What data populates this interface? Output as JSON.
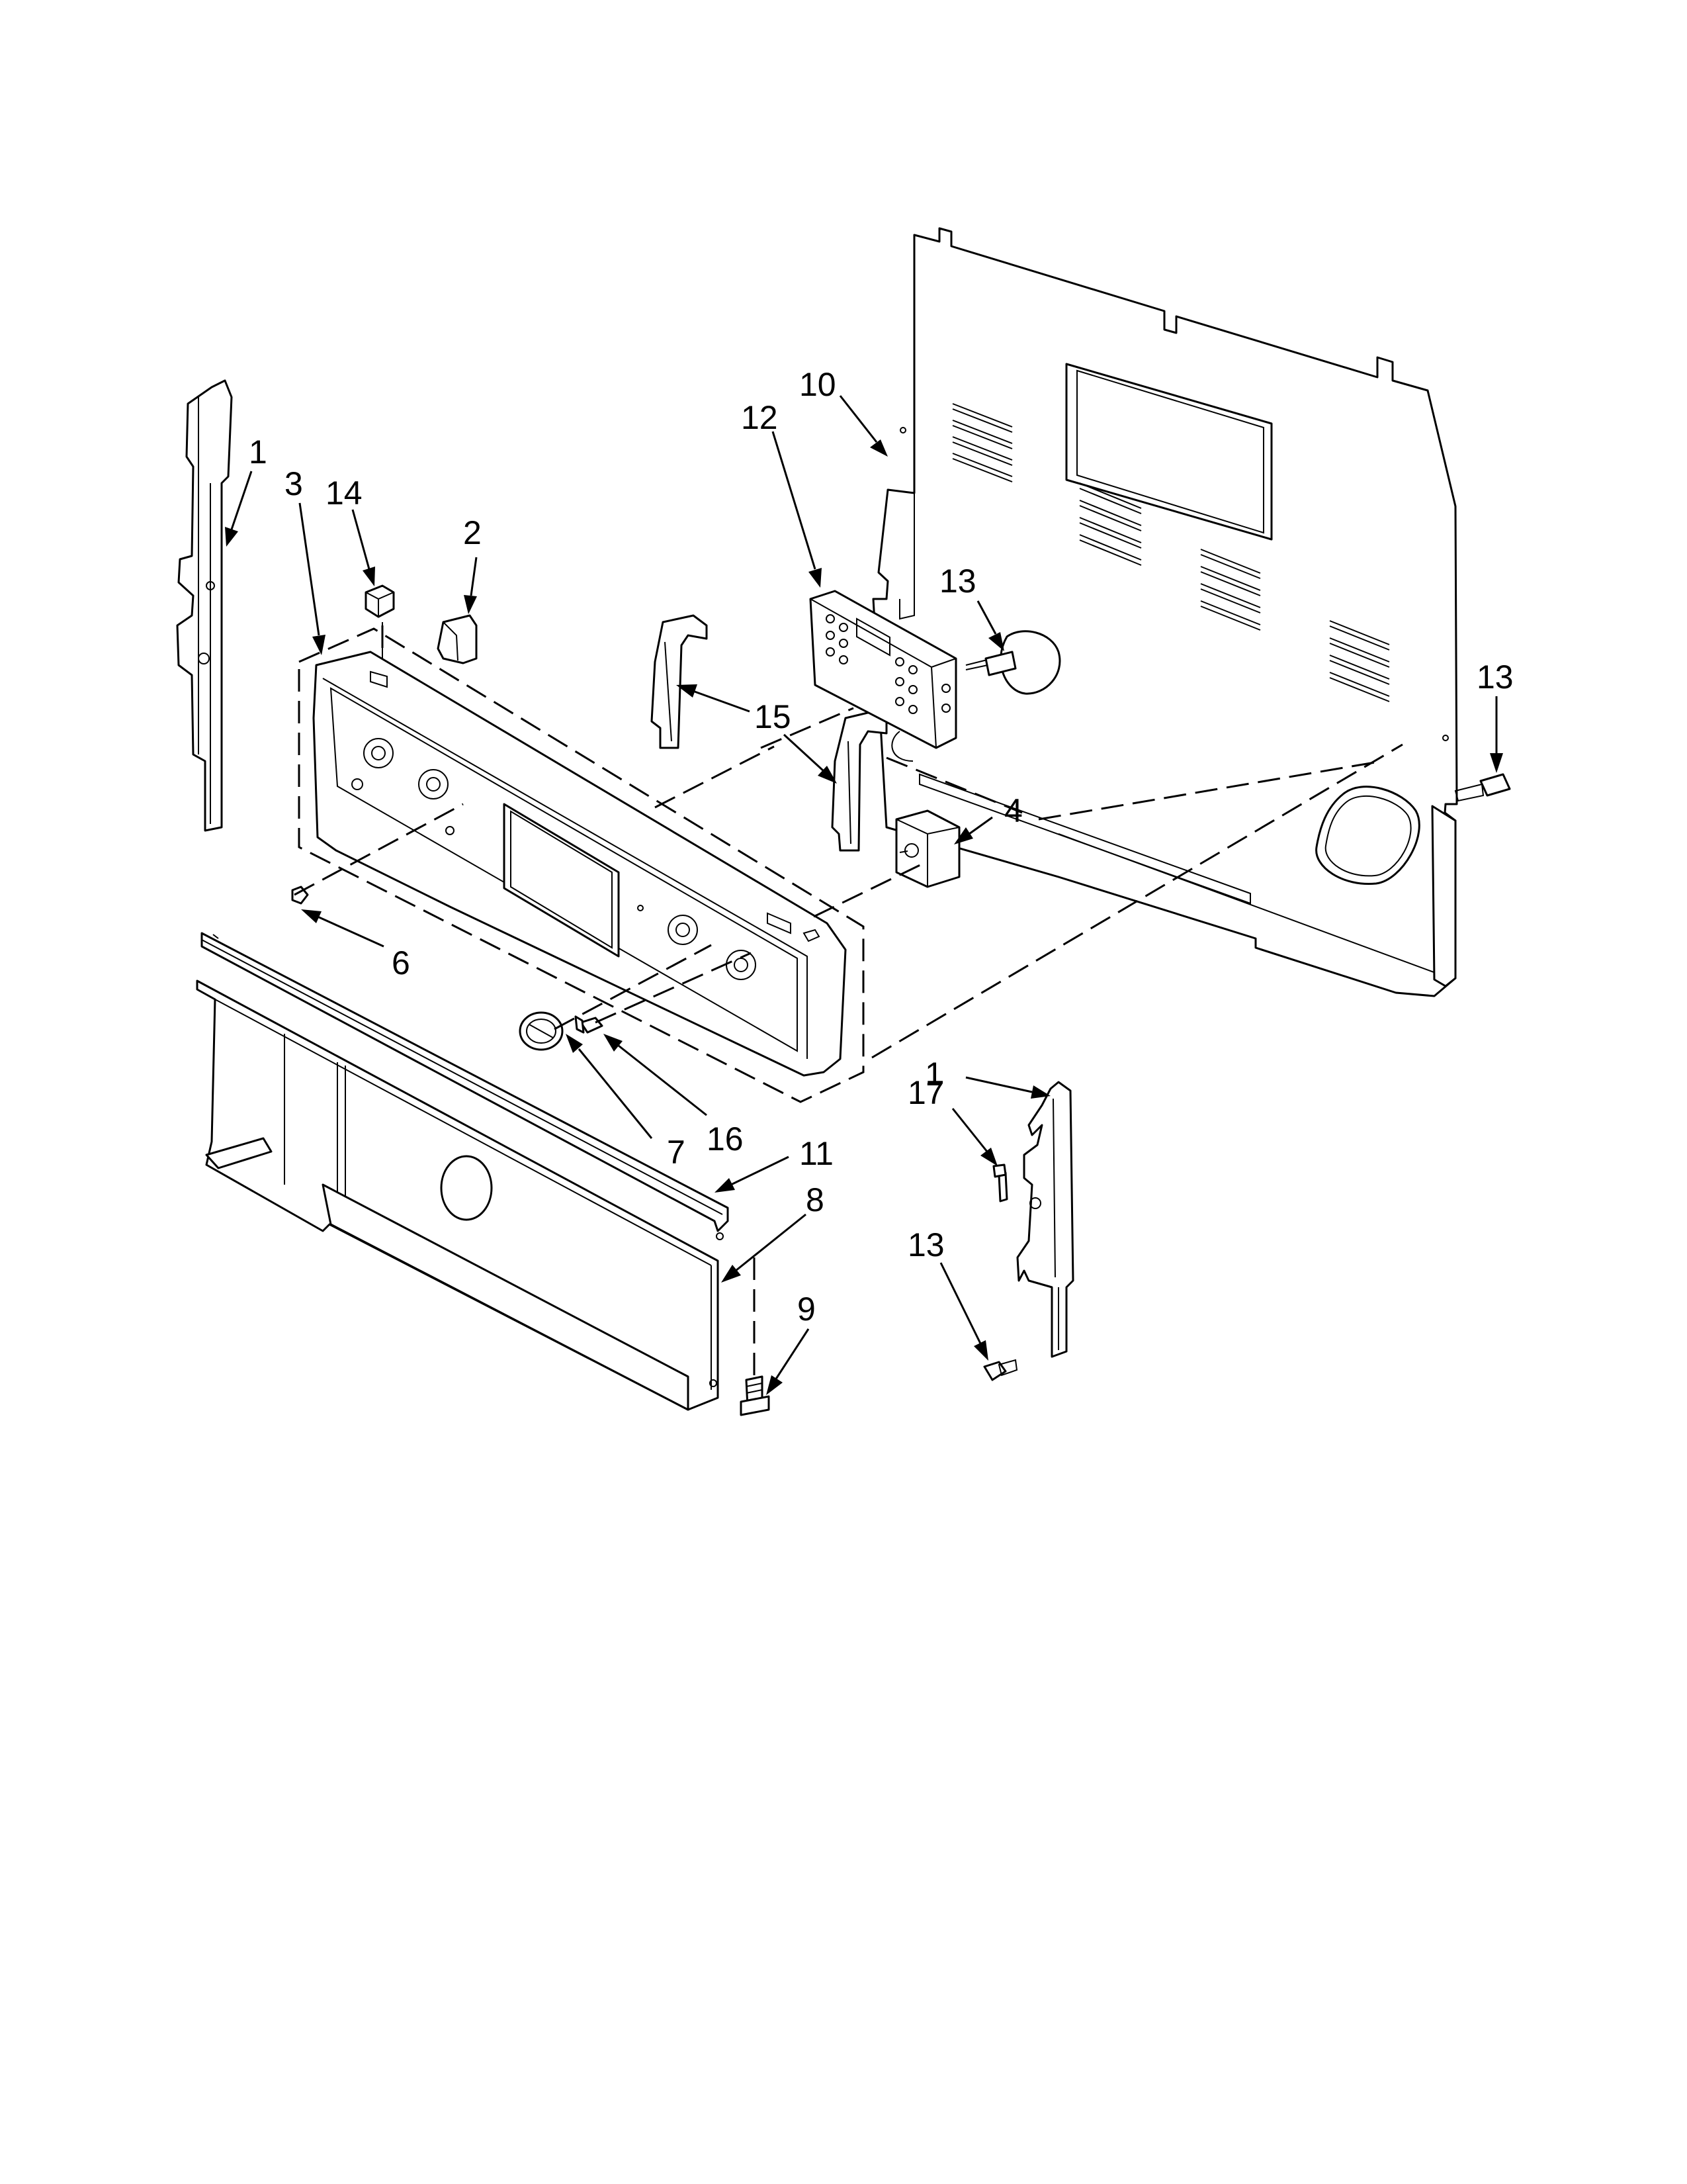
{
  "diagram": {
    "parts": [
      {
        "key": "side_trim_left",
        "callout": "1"
      },
      {
        "key": "end_cap",
        "callout": "2"
      },
      {
        "key": "control_panel",
        "callout": "3"
      },
      {
        "key": "switch_block",
        "callout": "4"
      },
      {
        "key": "panel_screw",
        "callout": "6"
      },
      {
        "key": "knob",
        "callout": "7"
      },
      {
        "key": "manifold_panel",
        "callout": "8"
      },
      {
        "key": "manifold_screw",
        "callout": "9"
      },
      {
        "key": "backguard",
        "callout": "10"
      },
      {
        "key": "trim_strip",
        "callout": "11"
      },
      {
        "key": "electronic_control",
        "callout": "12"
      },
      {
        "key": "control_screw",
        "callout": "13"
      },
      {
        "key": "backguard_screw",
        "callout": "13"
      },
      {
        "key": "trim_screw_right",
        "callout": "13"
      },
      {
        "key": "light_switch",
        "callout": "14"
      },
      {
        "key": "control_bracket",
        "callout": "15"
      },
      {
        "key": "knob_insert",
        "callout": "16"
      },
      {
        "key": "side_trim_right",
        "callout": "1"
      },
      {
        "key": "clip",
        "callout": "17"
      }
    ]
  }
}
